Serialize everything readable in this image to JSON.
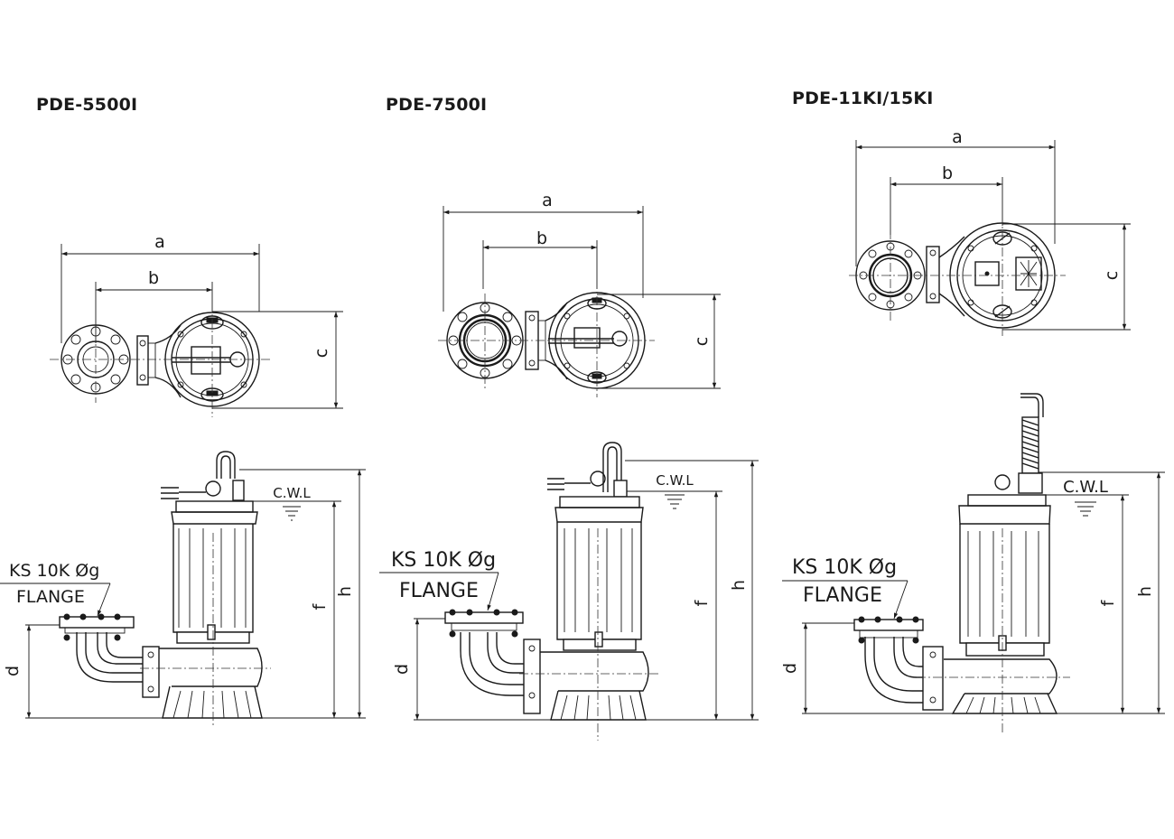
{
  "models": [
    {
      "title": "PDE-5500I",
      "dims": {
        "a": "a",
        "b": "b",
        "c": "c",
        "d": "d",
        "f": "f",
        "h": "h"
      },
      "cwl": "C.W.L",
      "flange_spec": "KS 10K Øg",
      "flange_label": "FLANGE"
    },
    {
      "title": "PDE-7500I",
      "dims": {
        "a": "a",
        "b": "b",
        "c": "c",
        "d": "d",
        "f": "f",
        "h": "h"
      },
      "cwl": "C.W.L",
      "flange_spec": "KS 10K Øg",
      "flange_label": "FLANGE"
    },
    {
      "title": "PDE-11KI/15KI",
      "dims": {
        "a": "a",
        "b": "b",
        "c": "c",
        "d": "d",
        "f": "f",
        "h": "h"
      },
      "cwl": "C.W.L",
      "flange_spec": "KS 10K Øg",
      "flange_label": "FLANGE"
    }
  ]
}
